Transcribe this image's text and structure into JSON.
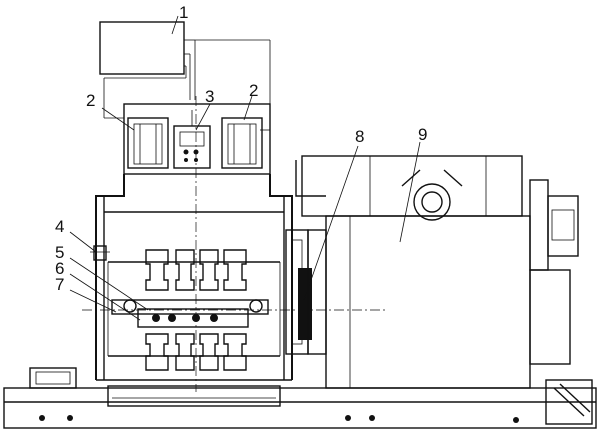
{
  "callouts": [
    {
      "id": "1",
      "text": "1"
    },
    {
      "id": "2a",
      "text": "2"
    },
    {
      "id": "2b",
      "text": "2"
    },
    {
      "id": "3",
      "text": "3"
    },
    {
      "id": "4",
      "text": "4"
    },
    {
      "id": "5",
      "text": "5"
    },
    {
      "id": "6",
      "text": "6"
    },
    {
      "id": "7",
      "text": "7"
    },
    {
      "id": "8",
      "text": "8"
    },
    {
      "id": "9",
      "text": "9"
    }
  ]
}
